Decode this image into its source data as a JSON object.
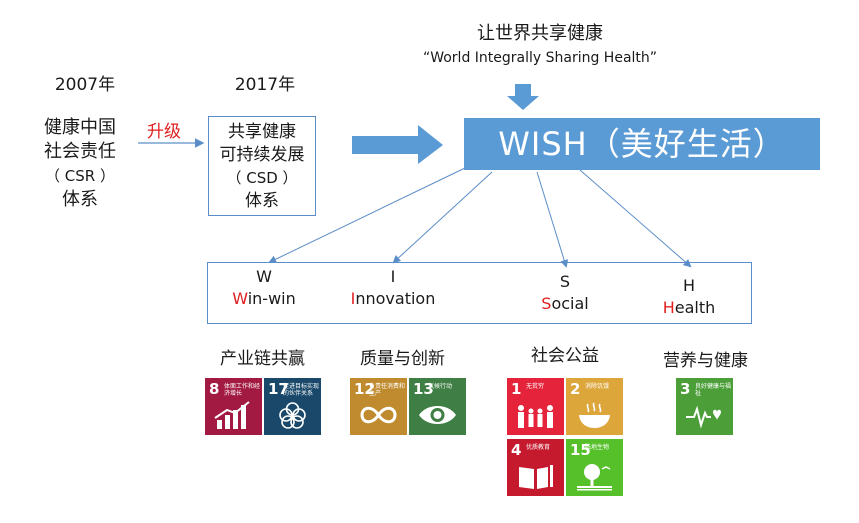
{
  "header": {
    "slogan": "让世界共享健康",
    "slogan_en": "“World Integrally Sharing Health”"
  },
  "timeline": {
    "year_2007": "2007年",
    "year_2017": "2017年",
    "csr_lines": [
      "健康中国",
      "社会责任",
      "（ CSR ）",
      "体系"
    ],
    "upgrade_label": "升级",
    "csd_lines": [
      "共享健康",
      "可持续发展",
      "（ CSD ）",
      "体系"
    ]
  },
  "wish_box": {
    "label": "WISH（美好生活）"
  },
  "pillars": [
    {
      "letter": "W",
      "first": "W",
      "rest": "in-win"
    },
    {
      "letter": "I",
      "first": "I",
      "rest": "nnovation"
    },
    {
      "letter": "S",
      "first": "S",
      "rest": "ocial"
    },
    {
      "letter": "H",
      "first": "H",
      "rest": "ealth"
    }
  ],
  "categories": [
    "产业链共赢",
    "质量与创新",
    "社会公益",
    "营养与健康"
  ],
  "sdg_tiles": [
    {
      "num": "8",
      "label": "体面工作和经济增长",
      "color": "#a21942",
      "icon": "growth-chart-icon"
    },
    {
      "num": "17",
      "label": "促进目标实现的伙伴关系",
      "color": "#19486a",
      "icon": "partnership-flower-icon"
    },
    {
      "num": "12",
      "label": "负责任消费和生产",
      "color": "#bf8b2e",
      "icon": "infinity-loop-icon"
    },
    {
      "num": "13",
      "label": "气候行动",
      "color": "#3f7e44",
      "icon": "eye-globe-icon"
    },
    {
      "num": "1",
      "label": "无贫穷",
      "color": "#e5243b",
      "icon": "family-icon"
    },
    {
      "num": "2",
      "label": "消除饥饿",
      "color": "#dda63a",
      "icon": "bowl-icon"
    },
    {
      "num": "4",
      "label": "优质教育",
      "color": "#c5192d",
      "icon": "book-pencil-icon"
    },
    {
      "num": "15",
      "label": "陆地生物",
      "color": "#56c02b",
      "icon": "tree-bird-icon"
    },
    {
      "num": "3",
      "label": "良好健康与福祉",
      "color": "#4c9f38",
      "icon": "heartbeat-icon"
    }
  ],
  "colors": {
    "accent_blue": "#5b9bd5",
    "arrow_blue": "#5b8dc8",
    "highlight_red": "#e02020"
  }
}
